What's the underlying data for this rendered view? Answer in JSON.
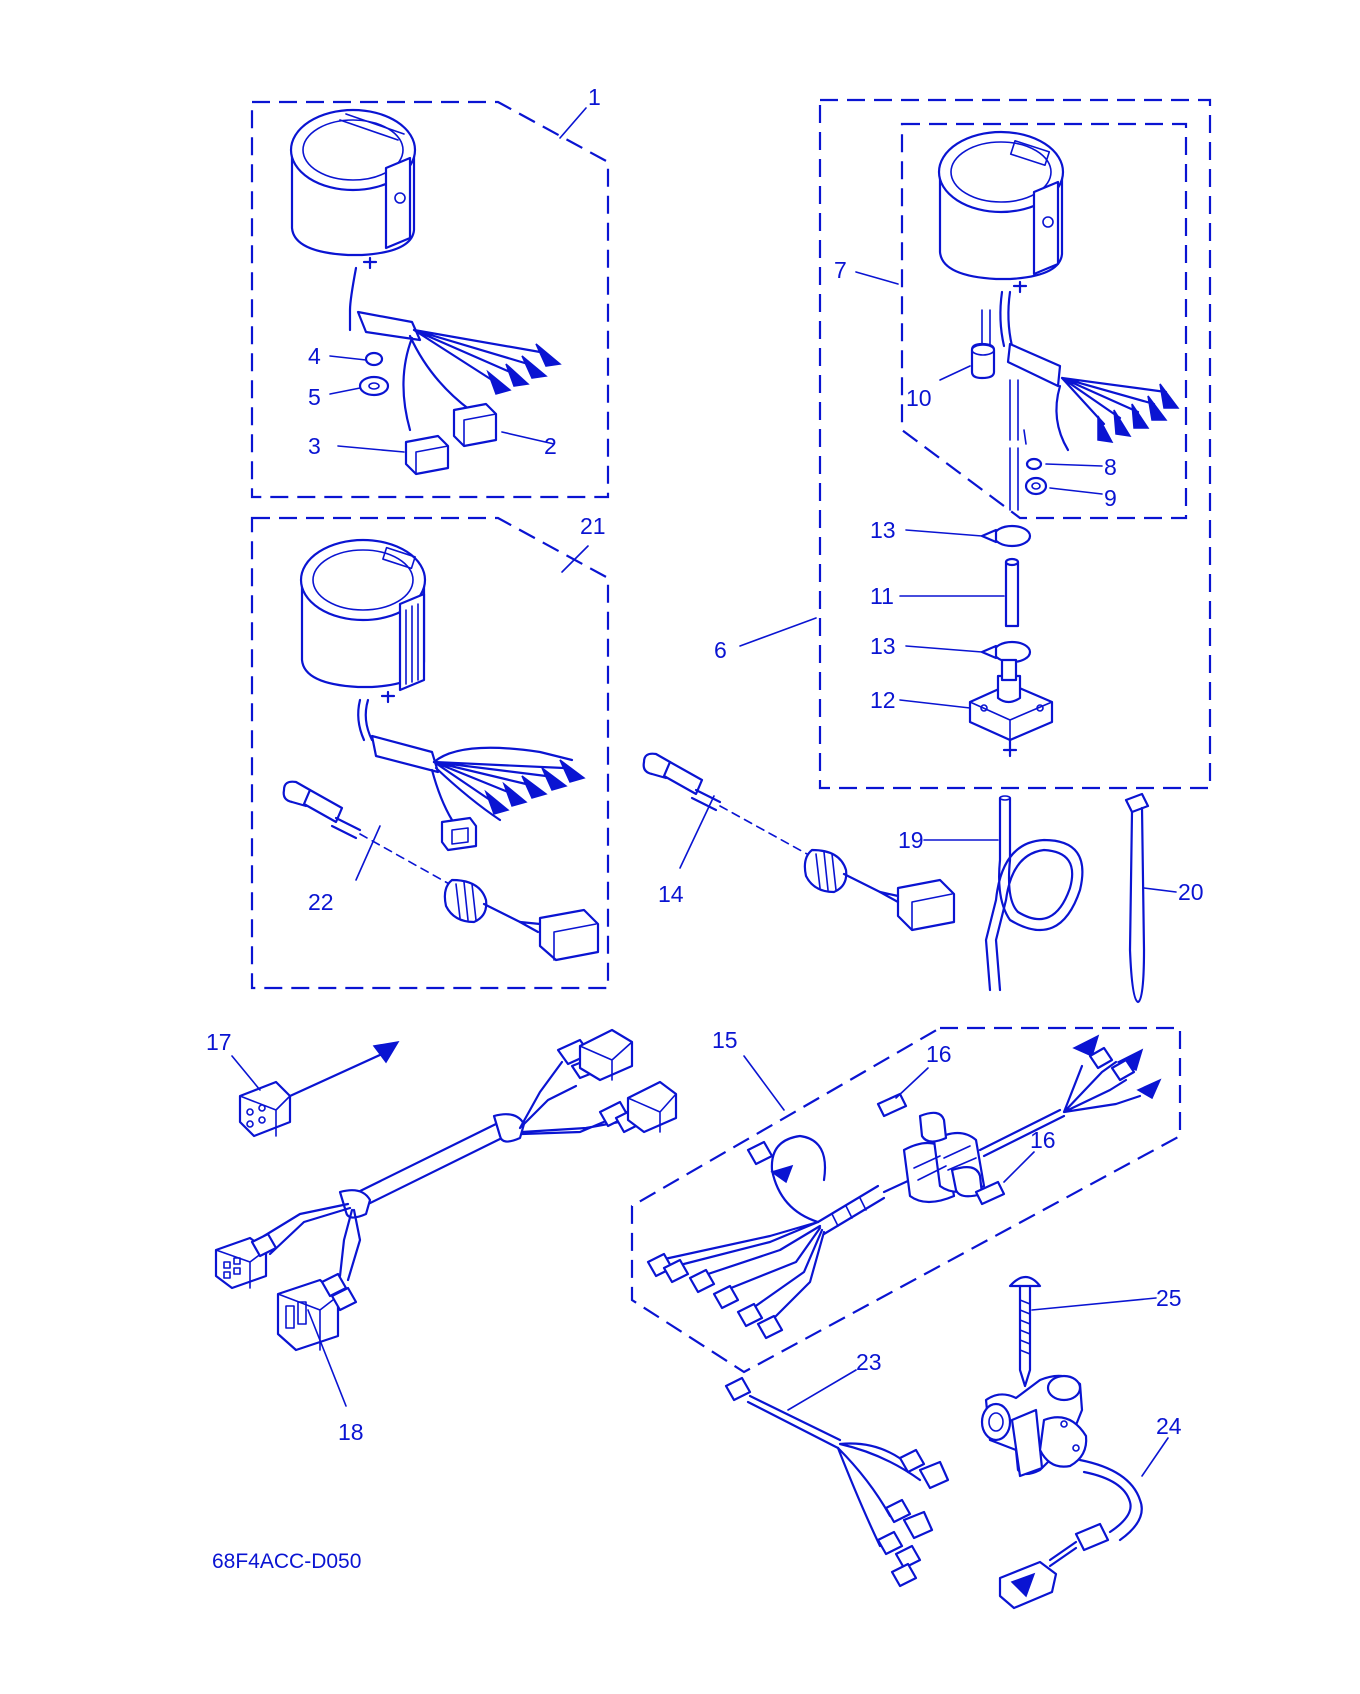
{
  "diagram_code": "68F4ACC-D050",
  "colors": {
    "ink": "#0a14d2",
    "background": "#ffffff"
  },
  "callouts": {
    "c1": "1",
    "c2": "2",
    "c3": "3",
    "c4": "4",
    "c5": "5",
    "c6": "6",
    "c7": "7",
    "c8": "8",
    "c9": "9",
    "c10": "10",
    "c11": "11",
    "c12": "12",
    "c13a": "13",
    "c13b": "13",
    "c14": "14",
    "c15": "15",
    "c16a": "16",
    "c16b": "16",
    "c17": "17",
    "c18": "18",
    "c19": "19",
    "c20": "20",
    "c21": "21",
    "c22": "22",
    "c23": "23",
    "c24": "24",
    "c25": "25"
  }
}
